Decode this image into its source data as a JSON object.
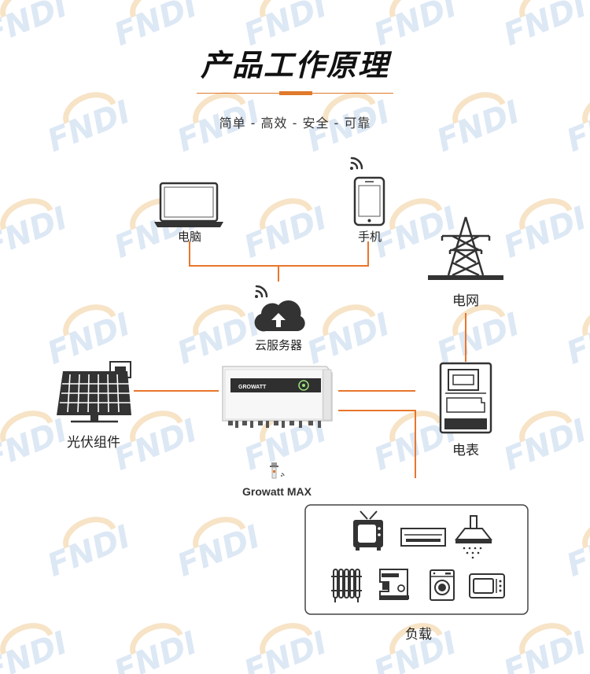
{
  "header": {
    "title": "产品工作原理",
    "subtitle": "简单 - 高效 - 安全 - 可靠"
  },
  "nodes": {
    "computer": "电脑",
    "phone": "手机",
    "grid": "电网",
    "cloud": "云服务器",
    "pv": "光伏组件",
    "inverter_brand": "GROWATT",
    "inverter_model": "Growatt MAX",
    "meter": "电表",
    "load": "负载"
  },
  "watermark": "FNDI",
  "colors": {
    "connector": "#e8762b",
    "device": "#3a3a3a",
    "watermark": "#dde8f5",
    "watermark_sun": "#f7e3c6"
  }
}
